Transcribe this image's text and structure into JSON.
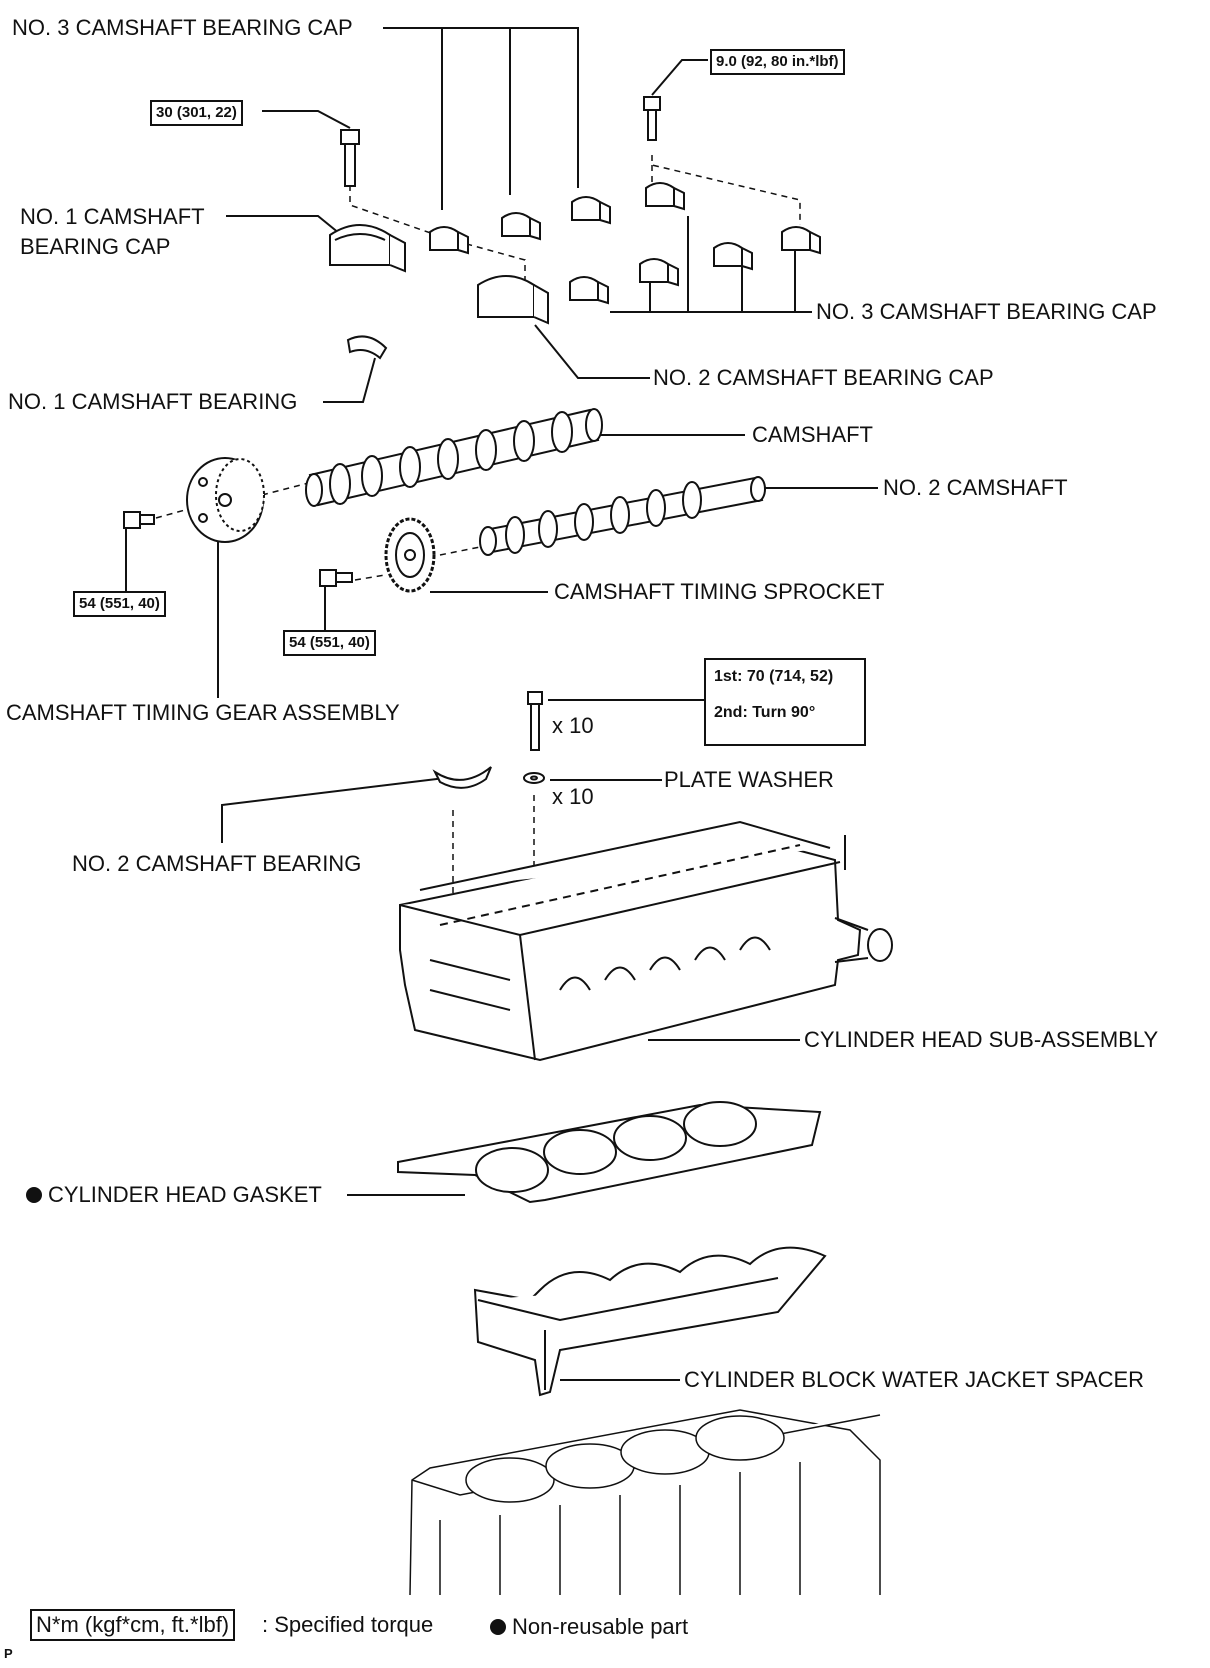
{
  "labels": {
    "no3_cap_top": "NO. 3 CAMSHAFT BEARING CAP",
    "no1_cap_line1": "NO. 1 CAMSHAFT",
    "no1_cap_line2": "BEARING CAP",
    "no3_cap_right": "NO. 3 CAMSHAFT BEARING CAP",
    "no2_cap": "NO. 2 CAMSHAFT BEARING CAP",
    "no1_bearing": "NO. 1 CAMSHAFT BEARING",
    "camshaft": "CAMSHAFT",
    "no2_camshaft": "NO. 2 CAMSHAFT",
    "sprocket": "CAMSHAFT TIMING SPROCKET",
    "gear_assembly": "CAMSHAFT TIMING GEAR ASSEMBLY",
    "plate_washer": "PLATE WASHER",
    "no2_bearing": "NO. 2 CAMSHAFT BEARING",
    "head_sub": "CYLINDER HEAD SUB-ASSEMBLY",
    "head_gasket": "CYLINDER HEAD GASKET",
    "jacket_spacer": "CYLINDER BLOCK WATER JACKET SPACER",
    "bolt_qty": "x 10",
    "washer_qty": "x 10",
    "corner_mark": "P"
  },
  "torques": {
    "cap_no3": "9.0 (92, 80 in.*lbf)",
    "cap_no1": "30 (301, 22)",
    "gear_bolt": "54 (551, 40)",
    "sprocket_bolt": "54 (551, 40)",
    "head_bolt_1st": "1st: 70 (714, 52)",
    "head_bolt_2nd": "2nd: Turn 90°"
  },
  "legend": {
    "torque_unit": "N*m (kgf*cm, ft.*lbf)",
    "torque_desc": ": Specified torque",
    "nonreusable_desc": "Non-reusable part"
  },
  "colors": {
    "ink": "#111111",
    "paper": "#ffffff"
  },
  "icons": {
    "nonreusable": "filled-circle-icon"
  }
}
